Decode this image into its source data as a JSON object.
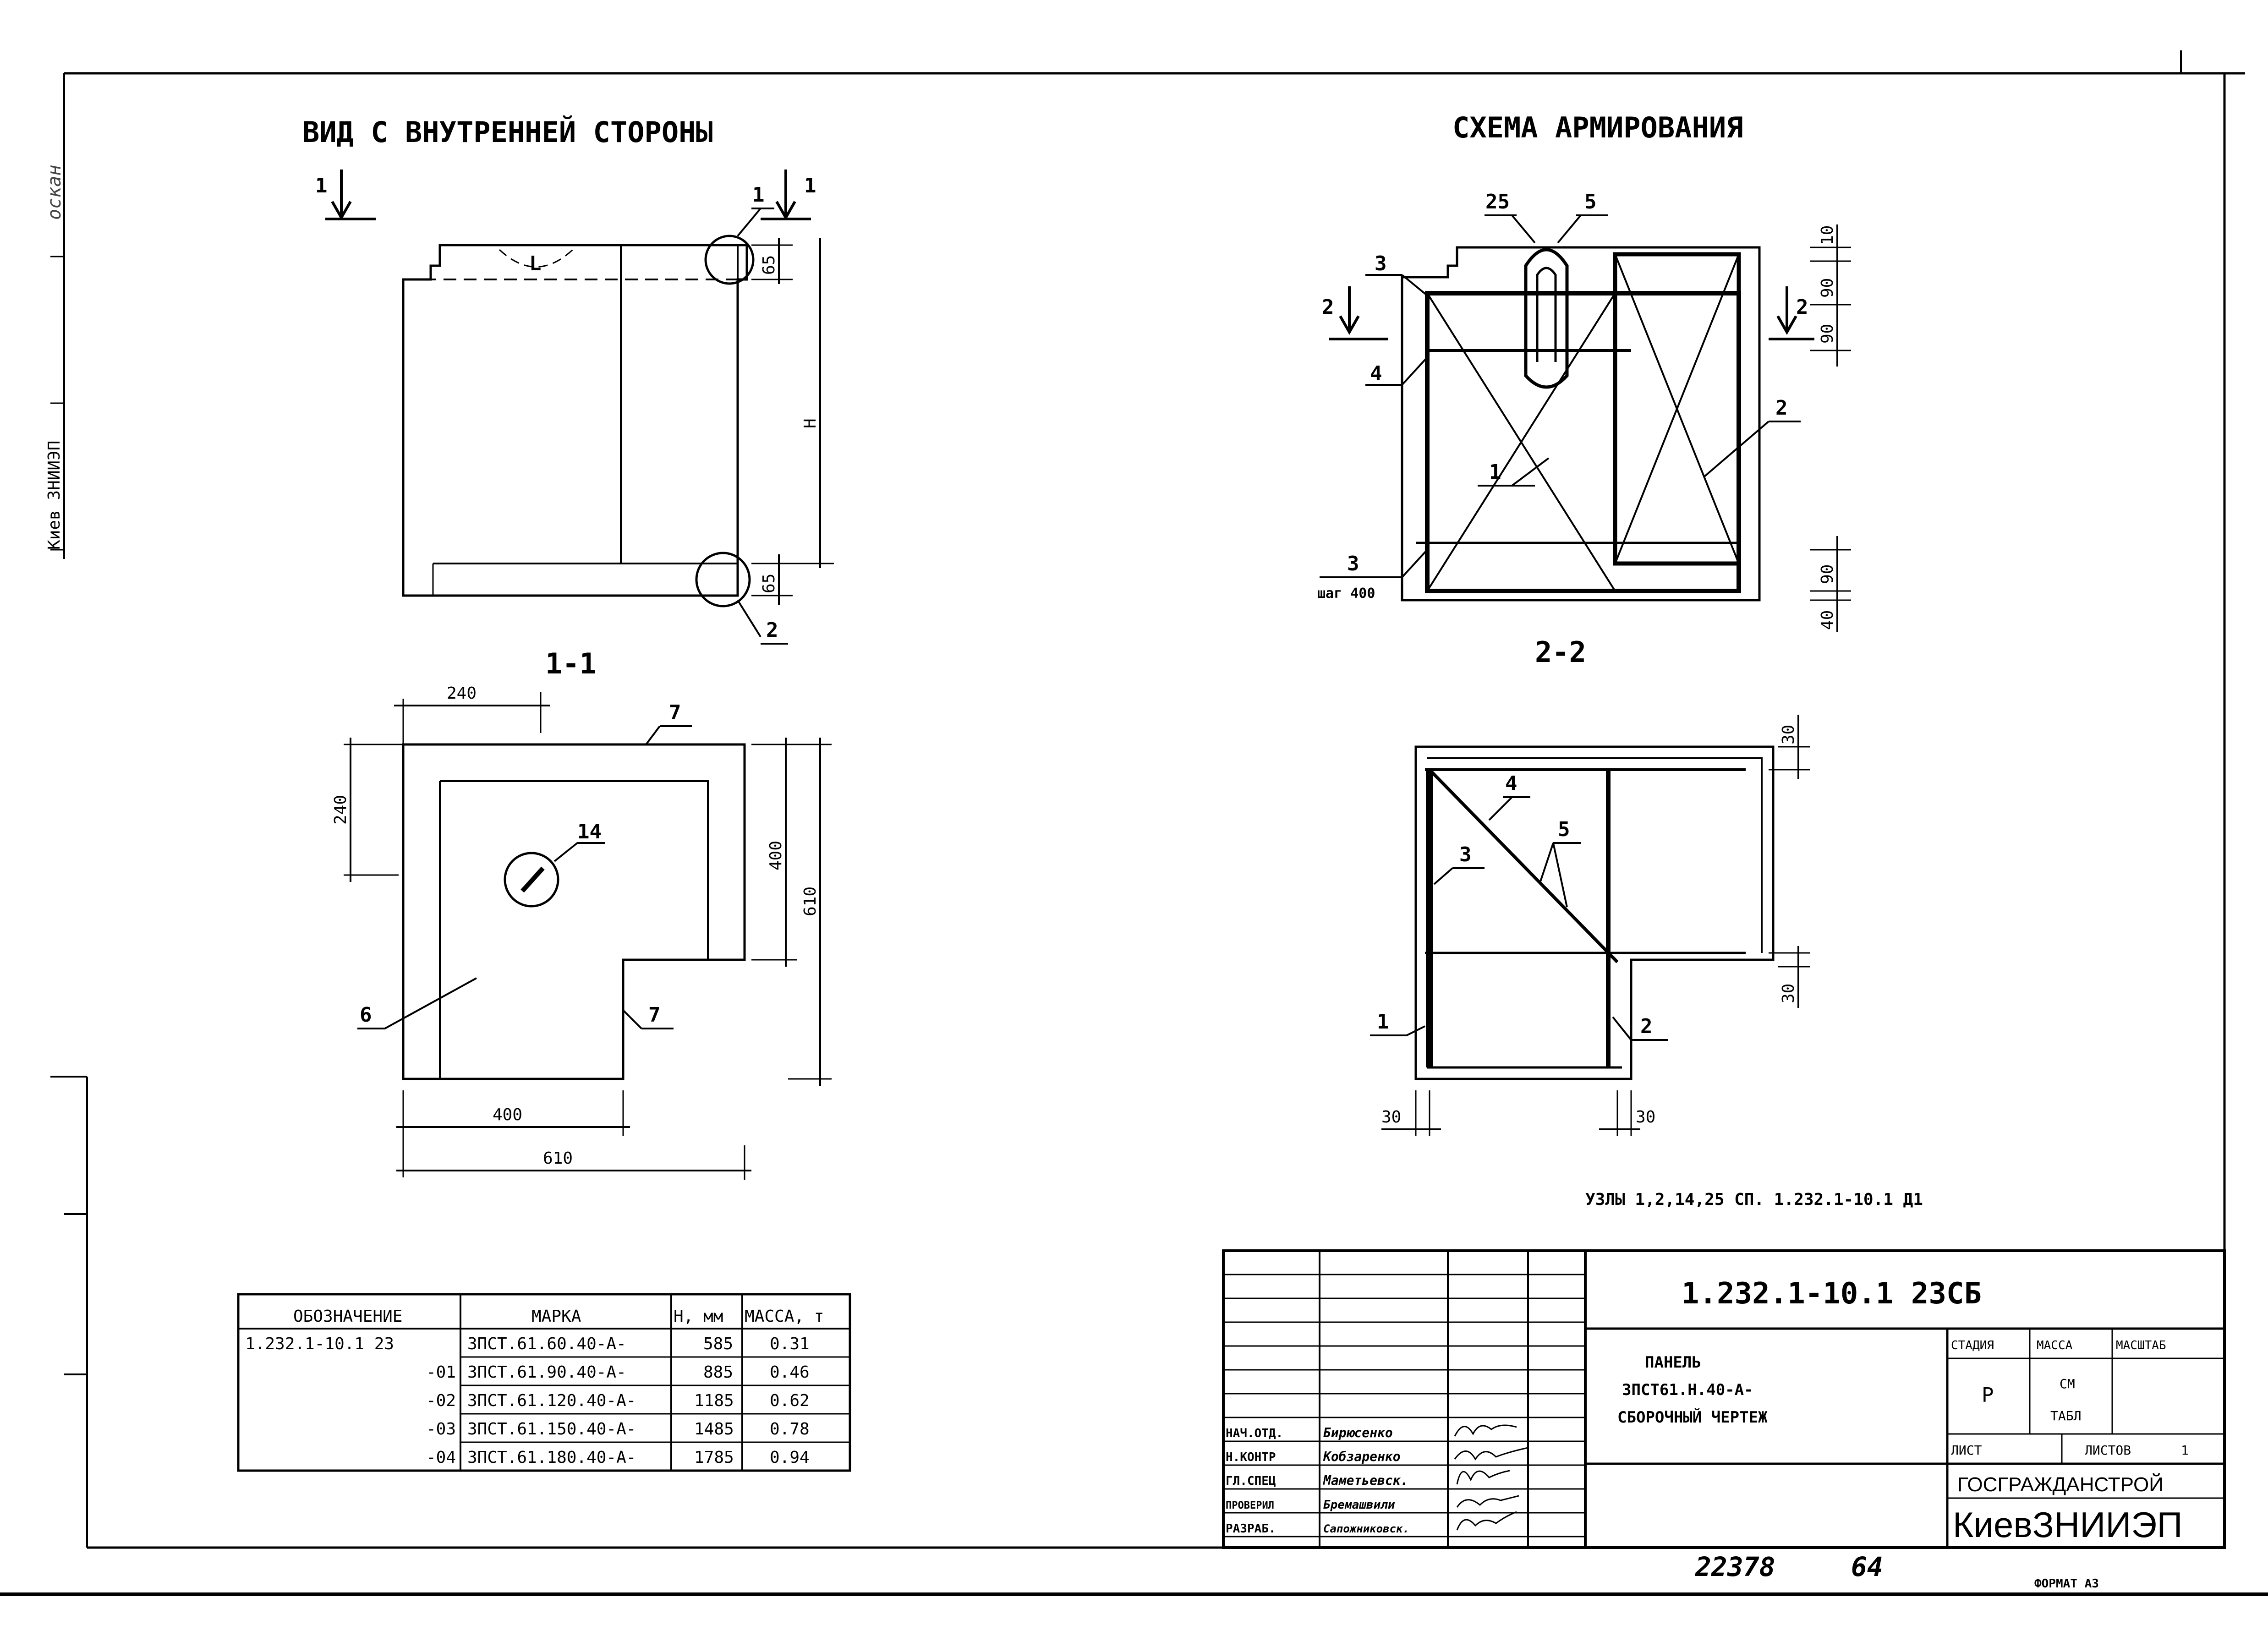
{
  "left_margin": {
    "organization": "Киев ЗНИИЭП",
    "signature_note": "оскан"
  },
  "views": {
    "inner_view_title": "ВИД С ВНУТРЕННЕЙ СТОРОНЫ",
    "section_cut_1": "1",
    "section_1_title": "1-1",
    "reinforcement_title": "СХЕМА АРМИРОВАНИЯ",
    "section_cut_2": "2",
    "section_2_title": "2-2"
  },
  "callouts": {
    "view": {
      "node_1": "1",
      "node_2": "2",
      "dim_65_top": "65",
      "dim_65_bottom": "65",
      "dim_h": "H",
      "l_mark": "L"
    },
    "section_1_1": {
      "dim_240_top": "240",
      "dim_240_left": "240",
      "dim_400_right": "400",
      "dim_610_right": "610",
      "dim_400_bottom": "400",
      "dim_610_bottom": "610",
      "pos_14": "14",
      "pos_6": "6",
      "pos_7_top": "7",
      "pos_7_right": "7"
    },
    "reinforcement": {
      "pos_25": "25",
      "pos_5": "5",
      "pos_3_top": "3",
      "pos_4": "4",
      "pos_1": "1",
      "pos_2": "2",
      "pos_3_bottom": "3",
      "step_note": "шаг 400",
      "dim_10": "10",
      "dim_90_a": "90",
      "dim_90_b": "90",
      "dim_90_c": "90",
      "dim_40": "40"
    },
    "section_2_2": {
      "pos_4": "4",
      "pos_5": "5",
      "pos_3": "3",
      "pos_1": "1",
      "pos_2": "2",
      "dim_30_top": "30",
      "dim_30_mid": "30",
      "dim_30_left": "30",
      "dim_30_right": "30"
    }
  },
  "nodes_note": "УЗЛЫ 1,2,14,25 СП. 1.232.1-10.1 Д1",
  "spec_table": {
    "headers": [
      "ОБОЗНАЧЕНИЕ",
      "МАРКА",
      "H, мм",
      "МАССА, т"
    ],
    "rows": [
      [
        "1.232.1-10.1 23",
        "3ПСТ.61.60.40-А-",
        "585",
        "0.31"
      ],
      [
        "-01",
        "3ПСТ.61.90.40-А-",
        "885",
        "0.46"
      ],
      [
        "-02",
        "3ПСТ.61.120.40-А-",
        "1185",
        "0.62"
      ],
      [
        "-03",
        "3ПСТ.61.150.40-А-",
        "1485",
        "0.78"
      ],
      [
        "-04",
        "3ПСТ.61.180.40-А-",
        "1785",
        "0.94"
      ]
    ]
  },
  "title_block": {
    "document_code": "1.232.1-10.1 23СБ",
    "name_line_1": "ПАНЕЛЬ",
    "name_line_2": "3ПСТ61.Н.40-А-",
    "name_line_3": "СБОРОЧНЫЙ ЧЕРТЕЖ",
    "stage_label": "СТАДИЯ",
    "mass_label": "МАССА",
    "scale_label": "МАСШТАБ",
    "stage_value": "Р",
    "mass_value_1": "СМ",
    "mass_value_2": "ТАБЛ",
    "sheet_label": "ЛИСТ",
    "sheets_label": "ЛИСТОВ",
    "sheets_value": "1",
    "organization_1": "ГОСГРАЖДАНСТРОЙ",
    "organization_2": "КиевЗНИИЭП",
    "roles": [
      "НАЧ.ОТД.",
      "Н.КОНТР",
      "ГЛ.СПЕЦ",
      "ПРОВЕРИЛ",
      "РАЗРАБ."
    ],
    "names": [
      "Бирюсенко",
      "Кобзаренко",
      "Маметьевск.",
      "Бремашвили",
      "Сапожниковск."
    ]
  },
  "footer": {
    "archive_number": "22378",
    "sheet_number": "64",
    "format": "ФОРМАТ А3"
  }
}
